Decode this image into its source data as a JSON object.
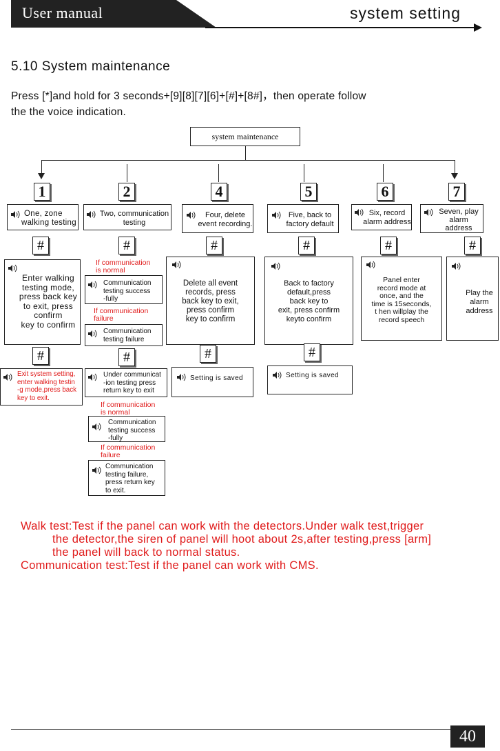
{
  "header": {
    "left_title": "User manual",
    "right_title": "system setting"
  },
  "section": {
    "title": "5.10 System maintenance",
    "intro": "Press  [*]and hold for 3 seconds+[9][8][7][6]+[#]+[8#]，then operate  follow",
    "intro2": " the the voice indication."
  },
  "diagram": {
    "root": "system maintenance",
    "hash": "#",
    "columns": [
      {
        "num": "1",
        "label_line1": "One,  zone",
        "label_line2": "walking testing",
        "step": [
          "Enter walking",
          "testing mode,",
          "press back key",
          "to exit, press",
          "confirm",
          "key to confirm"
        ],
        "result": [
          "Exit system setting,",
          "enter walking testin",
          "-g mode,press back",
          "key to exit."
        ]
      },
      {
        "num": "2",
        "label_line1": "Two,  communication",
        "label_line2": "testing"
      },
      {
        "num": "4",
        "label_line1": "Four, delete",
        "label_line2": "event recording.",
        "step": [
          "Delete all  event",
          "records, press",
          "back key  to exit,",
          "press confirm",
          "key to confirm"
        ],
        "result": [
          "Setting is saved"
        ]
      },
      {
        "num": "5",
        "label_line1": "Five, back to",
        "label_line2": "factory default",
        "step": [
          "Back to  factory",
          "default,press",
          "back key  to",
          "exit, press confirm",
          "keyto confirm"
        ],
        "result": [
          "Setting is saved"
        ]
      },
      {
        "num": "6",
        "label_line1": "Six, record",
        "label_line2": "alarm address",
        "step": [
          "Panel enter",
          "record mode at",
          "once, and the",
          "time is 15seconds,",
          "t hen willplay the",
          "record speech"
        ]
      },
      {
        "num": "7",
        "label_line1": "Seven, play",
        "label_line2": "alarm",
        "label_line3": "address",
        "step": [
          "Play the",
          "alarm",
          "address"
        ]
      }
    ],
    "comm": {
      "if_normal_1": "If communication",
      "if_normal_2": "is normal",
      "success_1": "Communication",
      "success_2": "testing success",
      "success_3": "-fully",
      "if_fail_1": "If communication",
      "if_fail_2": "failure",
      "failure_1": "Communication",
      "failure_2": "testing failure",
      "under_1": "Under communicat",
      "under_2": "-ion testing press",
      "under_3": "return key to exit",
      "success2_1": "Communication",
      "success2_2": "testing success",
      "success2_3": "-fully",
      "failure2_1": "Communication",
      "failure2_2": "testing failure,",
      "failure2_3": "press return key",
      "failure2_4": "to exit."
    }
  },
  "footer_notes": {
    "walk_1": "Walk test:Test if the panel can work with the detectors.Under walk test,trigger",
    "walk_2": "the detector,the siren of panel will hoot about 2s,after testing,press [arm]",
    "walk_3": "the panel will back to normal status.",
    "comm": "Communication test:Test if the panel can work with CMS."
  },
  "page_number": "40",
  "colors": {
    "note_red": "#e01b1b",
    "header_dark": "#222222"
  },
  "icons": [
    "speaker-icon"
  ]
}
